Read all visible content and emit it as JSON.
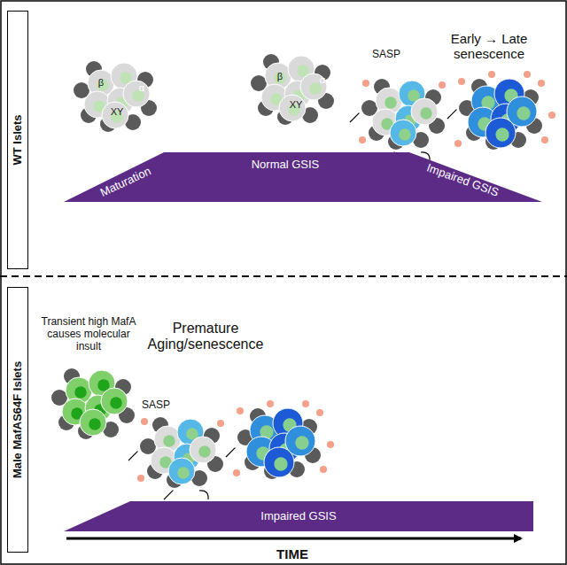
{
  "diagram": {
    "nodes": [
      {
        "text": [
          "WT Islets"
        ]
      },
      {
        "text": [
          "Maturation",
          "Normal GSIS",
          "Impaired GSIS"
        ]
      },
      {
        "text": [
          "Male MafAS64F Islets"
        ]
      },
      {
        "text": [
          "Impaired GSIS"
        ]
      }
    ],
    "labels": [
      "β",
      "α",
      "XY",
      "β",
      "α",
      "XY",
      "SASP",
      "Early → Late senescence",
      "Transient high MafA causes molecular insult",
      "Premature Aging/senescence",
      "SASP",
      "TIME"
    ]
  }
}
